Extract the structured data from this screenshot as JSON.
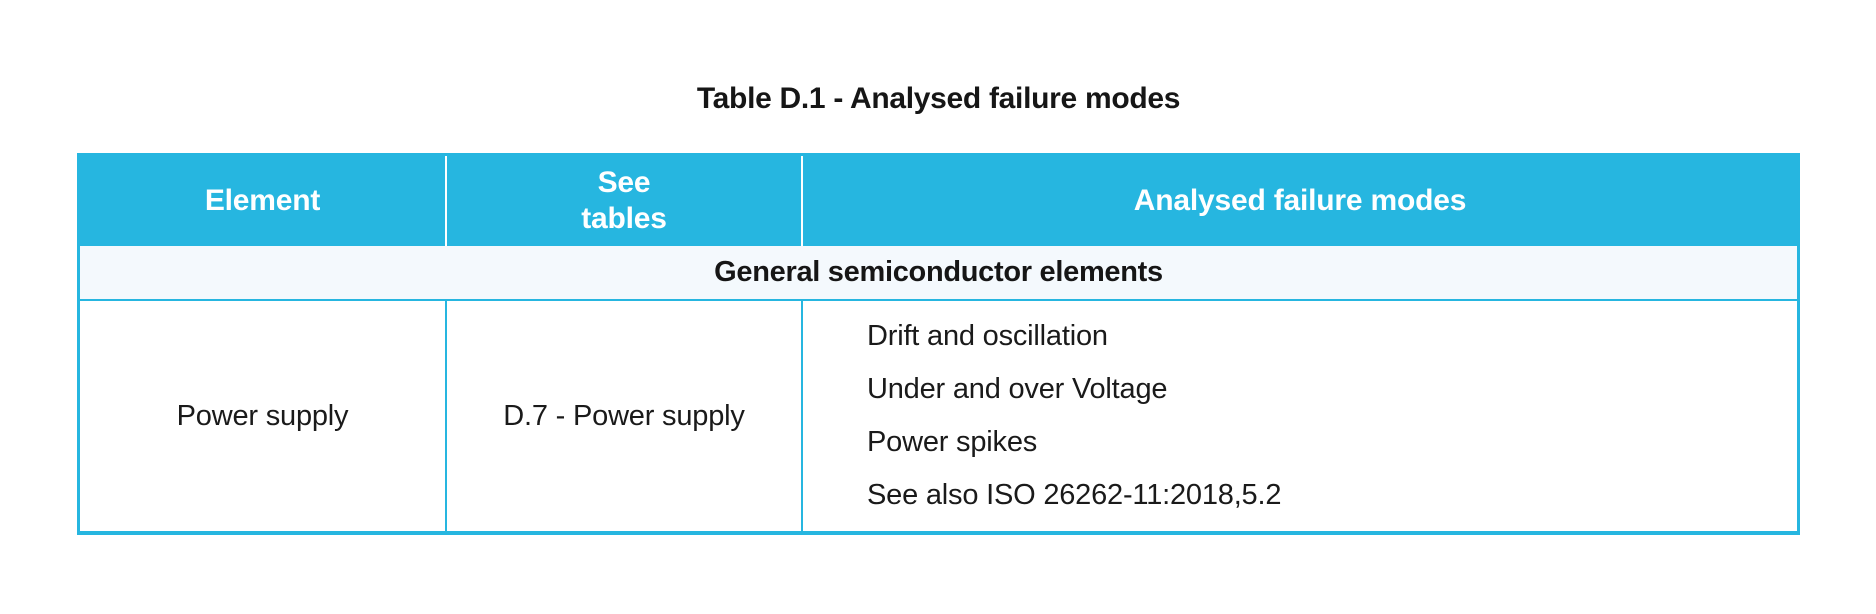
{
  "title": "Table D.1 - Analysed failure modes",
  "colors": {
    "header_bg": "#26b6e0",
    "header_text": "#ffffff",
    "section_bg": "#f4f9fd",
    "border": "#26b6e0",
    "body_text": "#1a1a1a"
  },
  "table": {
    "columns": [
      {
        "label": "Element"
      },
      {
        "label": "See\ntables"
      },
      {
        "label": "Analysed failure modes"
      }
    ],
    "section_header": "General semiconductor elements",
    "rows": [
      {
        "element": "Power supply",
        "see_tables": "D.7 - Power supply",
        "failure_modes": [
          "Drift and oscillation",
          "Under and over Voltage",
          "Power spikes",
          "See also ISO 26262-11:2018,5.2"
        ]
      }
    ]
  }
}
